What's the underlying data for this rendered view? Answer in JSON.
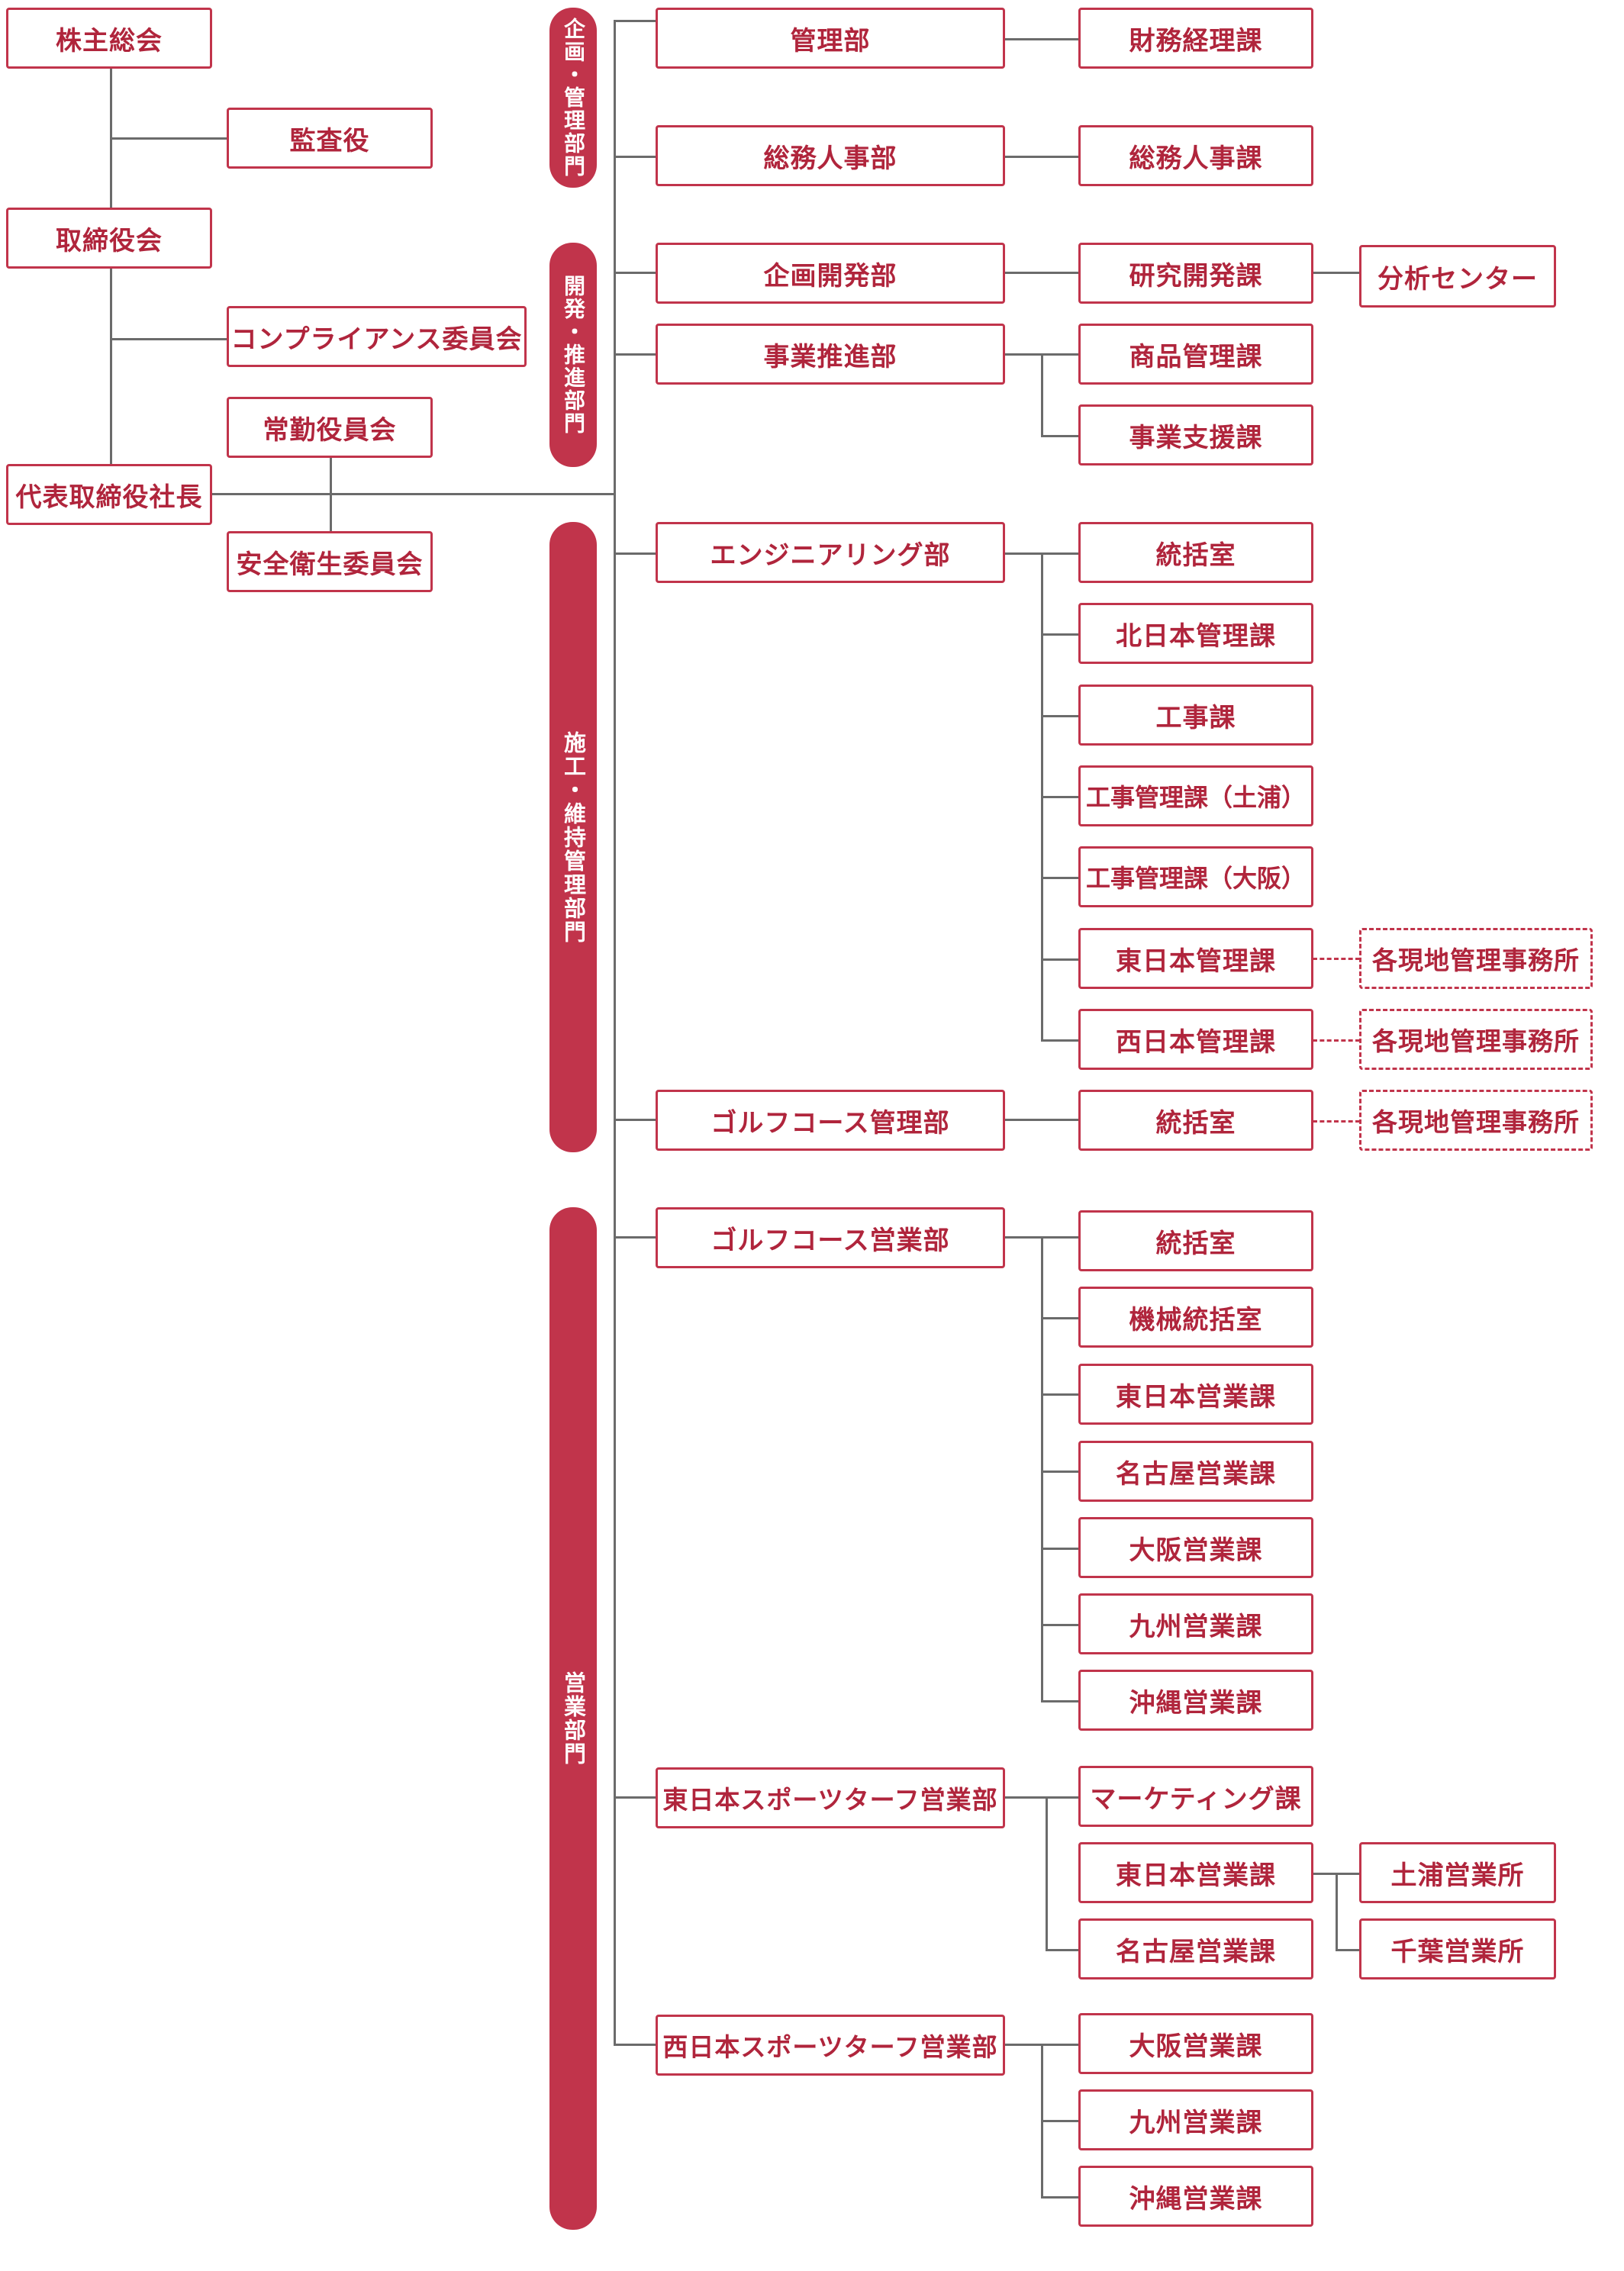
{
  "colors": {
    "accent": "#c1344b",
    "text": "#b0253c",
    "connector": "#6b6b6b"
  },
  "left": {
    "shareholders": "株主総会",
    "auditor": "監査役",
    "board": "取締役会",
    "compliance": "コンプライアンス委員会",
    "executive_committee": "常勤役員会",
    "president": "代表取締役社長",
    "safety_committee": "安全衛生委員会"
  },
  "divisions": {
    "planning_admin": "企画・管理部門",
    "development": "開発・推進部門",
    "construction": "施工・維持管理部門",
    "sales": "営業部門"
  },
  "departments": {
    "admin": {
      "name": "管理部",
      "sections": [
        "財務経理課"
      ]
    },
    "general_affairs": {
      "name": "総務人事部",
      "sections": [
        "総務人事課"
      ]
    },
    "planning_dev": {
      "name": "企画開発部",
      "sections": [
        "研究開発課"
      ],
      "sub_unit": "分析センター"
    },
    "business_promo": {
      "name": "事業推進部",
      "sections": [
        "商品管理課",
        "事業支援課"
      ]
    },
    "engineering": {
      "name": "エンジニアリング部",
      "sections": [
        "統括室",
        "北日本管理課",
        "工事課",
        "工事管理課（土浦）",
        "工事管理課（大阪）",
        "東日本管理課",
        "西日本管理課"
      ]
    },
    "golf_mgmt": {
      "name": "ゴルフコース管理部",
      "sections": [
        "統括室"
      ]
    },
    "golf_sales": {
      "name": "ゴルフコース営業部",
      "sections": [
        "統括室",
        "機械統括室",
        "東日本営業課",
        "名古屋営業課",
        "大阪営業課",
        "九州営業課",
        "沖縄営業課"
      ]
    },
    "east_sports": {
      "name": "東日本スポーツターフ営業部",
      "sections": [
        "マーケティング課",
        "東日本営業課",
        "名古屋営業課"
      ],
      "offices": [
        "土浦営業所",
        "千葉営業所"
      ]
    },
    "west_sports": {
      "name": "西日本スポーツターフ営業部",
      "sections": [
        "大阪営業課",
        "九州営業課",
        "沖縄営業課"
      ]
    }
  },
  "field_office": "各現地管理事務所"
}
